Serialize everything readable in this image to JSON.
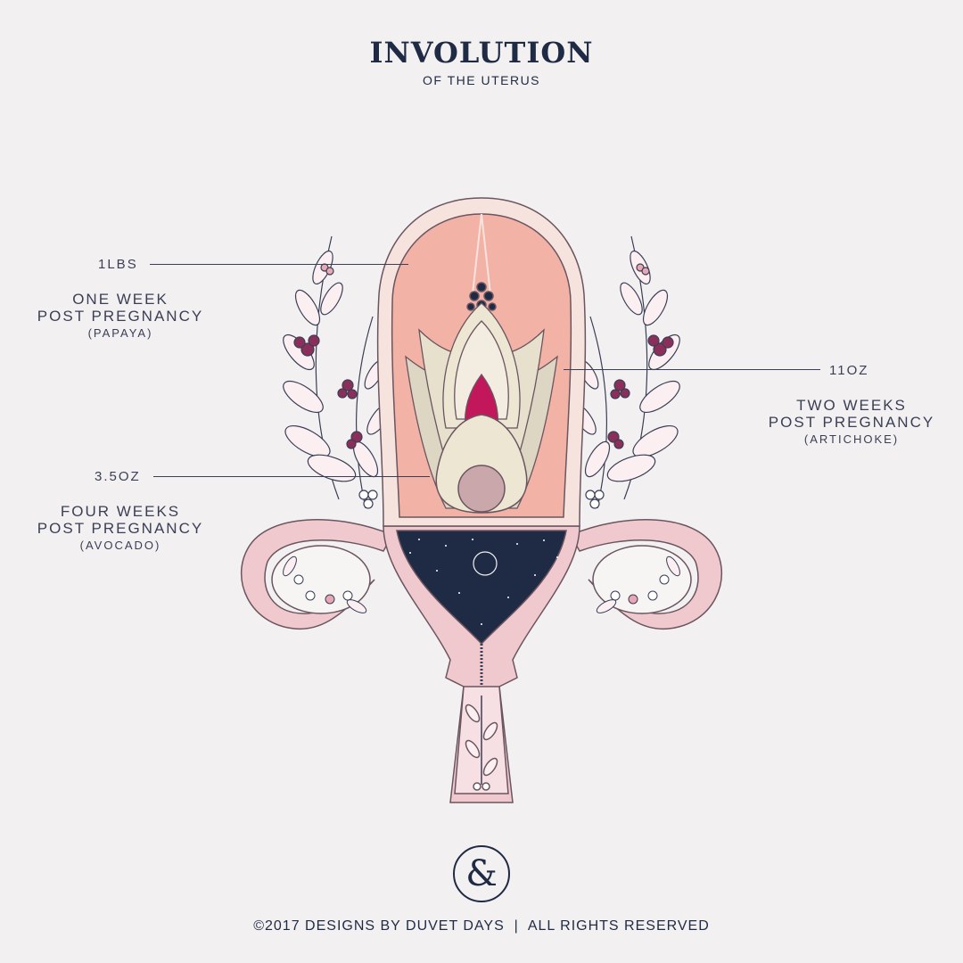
{
  "header": {
    "title": "INVOLUTION",
    "subtitle": "OF THE UTERUS"
  },
  "stages": [
    {
      "weight": "1LBS",
      "line1": "ONE WEEK",
      "line2": "POST PREGNANCY",
      "fruit": "(PAPAYA)"
    },
    {
      "weight": "11OZ",
      "line1": "TWO WEEKS",
      "line2": "POST PREGNANCY",
      "fruit": "(ARTICHOKE)"
    },
    {
      "weight": "3.5OZ",
      "line1": "FOUR WEEKS",
      "line2": "POST PREGNANCY",
      "fruit": "(AVOCADO)"
    }
  ],
  "logo": {
    "glyph": "&"
  },
  "footer": {
    "text": "©2017 DESIGNS BY DUVET DAYS  |  ALL RIGHTS RESERVED"
  },
  "colors": {
    "background": "#f3f0f1",
    "navy": "#1f2a44",
    "papaya": "#f2b3a6",
    "artichoke": "#ddd6c2",
    "avocado": "#ece6d2",
    "pink": "#f0c9cf",
    "berry": "#8b2f5a",
    "magenta": "#c2185b"
  },
  "icons": [
    "ampersand-logo-icon",
    "moon-icon"
  ]
}
